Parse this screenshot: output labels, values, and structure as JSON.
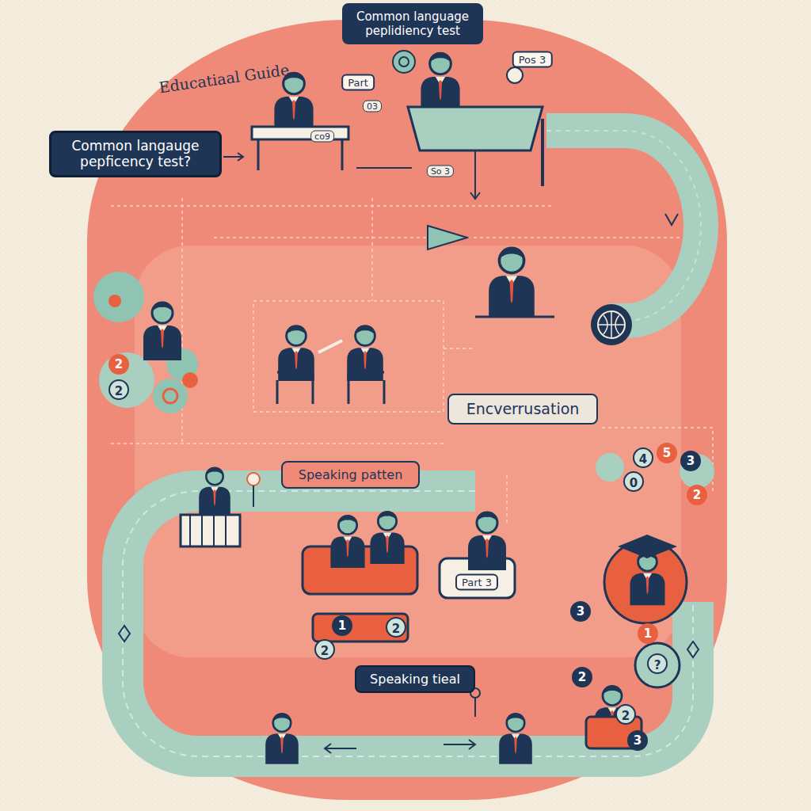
{
  "diagram": {
    "title": "Educatiaal Guide",
    "nodes": [
      {
        "text": [
          "Common language peplidiency test"
        ]
      },
      {
        "text": [
          "Common langauge pepficency test?"
        ]
      },
      {
        "text": [
          "Encverrusation"
        ]
      },
      {
        "text": [
          "Speaking patten"
        ]
      },
      {
        "text": [
          "Speaking tieal"
        ]
      }
    ],
    "labels": [
      "Part",
      "03",
      "co9",
      "Pos 3",
      "So 3",
      "2",
      "2",
      "4",
      "5",
      "3",
      "0",
      "2",
      "1",
      "2",
      "2",
      "Part 3",
      "3",
      "1",
      "?",
      "2",
      "2",
      "3"
    ]
  }
}
